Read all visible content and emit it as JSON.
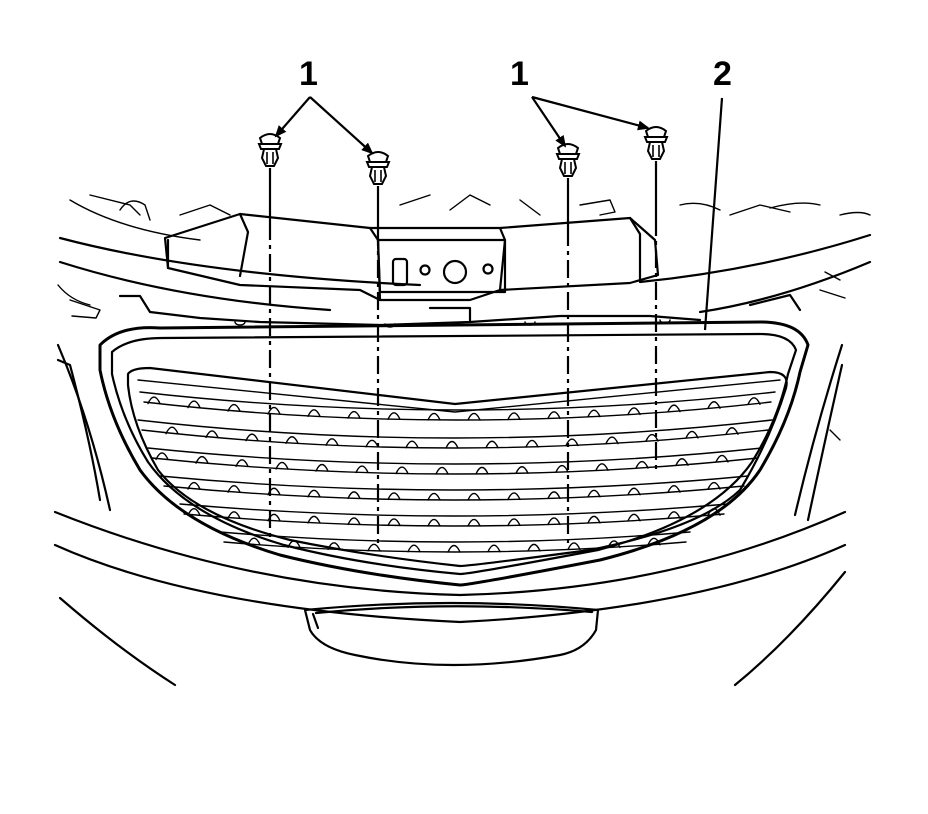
{
  "callouts": {
    "left_fasteners": "1",
    "right_fasteners": "1",
    "grille": "2"
  },
  "colors": {
    "line": "#000000",
    "background": "#ffffff"
  }
}
